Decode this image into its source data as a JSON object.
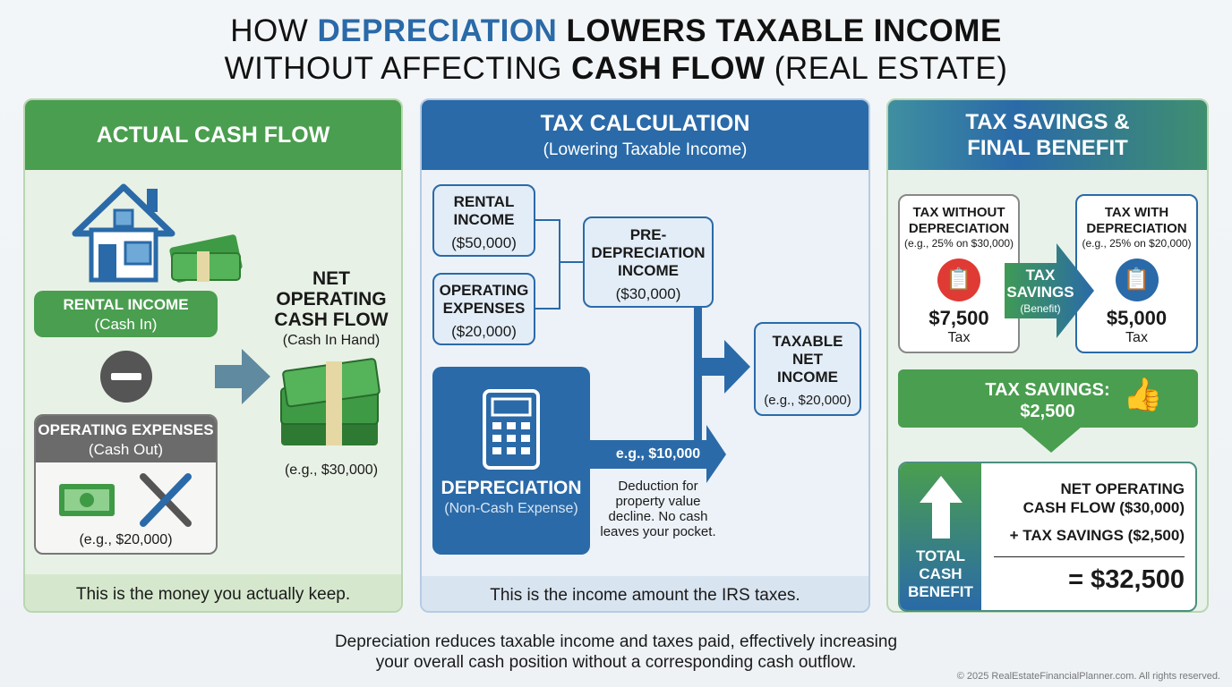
{
  "title": {
    "line1_a": "HOW ",
    "line1_b": "DEPRECIATION",
    "line1_c": " LOWERS TAXABLE INCOME",
    "line2_a": "WITHOUT AFFECTING ",
    "line2_b": "CASH FLOW",
    "line2_c": " (REAL ESTATE)"
  },
  "panel1": {
    "header": "ACTUAL CASH FLOW",
    "rental_title": "RENTAL INCOME",
    "rental_sub": "(Cash In)",
    "opex_title": "OPERATING EXPENSES",
    "opex_sub": "(Cash Out)",
    "opex_example": "(e.g., $20,000)",
    "noi_line1": "NET",
    "noi_line2": "OPERATING",
    "noi_line3": "CASH FLOW",
    "noi_sub": "(Cash In Hand)",
    "noi_example": "(e.g., $30,000)",
    "footer": "This is the money you actually keep."
  },
  "panel2": {
    "header": "TAX CALCULATION",
    "subheader": "(Lowering Taxable Income)",
    "rental_line1": "RENTAL",
    "rental_line2": "INCOME",
    "rental_value": "($50,000)",
    "opex_line1": "OPERATING",
    "opex_line2": "EXPENSES",
    "opex_value": "($20,000)",
    "pre_line1": "PRE-",
    "pre_line2": "DEPRECIATION",
    "pre_line3": "INCOME",
    "pre_value": "($30,000)",
    "dep_title": "DEPRECIATION",
    "dep_sub": "(Non-Cash Expense)",
    "dep_amount": "e.g., $10,000",
    "dep_note1": "Deduction for",
    "dep_note2": "property value",
    "dep_note3": "decline. No cash",
    "dep_note4": "leaves your pocket.",
    "tni_line1": "TAXABLE",
    "tni_line2": "NET",
    "tni_line3": "INCOME",
    "tni_value": "(e.g., $20,000)",
    "footer": "This is the income amount the IRS taxes."
  },
  "panel3": {
    "header_line1": "TAX SAVINGS &",
    "header_line2": "FINAL BENEFIT",
    "without_line1": "TAX WITHOUT",
    "without_line2": "DEPRECIATION",
    "without_calc": "(e.g., 25% on $30,000)",
    "without_amount": "$7,500",
    "without_unit": "Tax",
    "with_line1": "TAX WITH",
    "with_line2": "DEPRECIATION",
    "with_calc": "(e.g., 25% on $20,000)",
    "with_amount": "$5,000",
    "with_unit": "Tax",
    "arrow_line1": "TAX",
    "arrow_line2": "SAVINGS",
    "arrow_sub": "(Benefit)",
    "savings_label": "TAX SAVINGS:",
    "savings_value": "$2,500",
    "total_line1": "TOTAL",
    "total_line2": "CASH",
    "total_line3": "BENEFIT",
    "calc_line1": "NET OPERATING",
    "calc_line2": "CASH FLOW ($30,000)",
    "calc_line3": "+ TAX SAVINGS ($2,500)",
    "calc_result": "= $32,500"
  },
  "footer": {
    "line1": "Depreciation reduces taxable income and taxes paid, effectively increasing",
    "line2": "your overall cash position without a corresponding cash outflow.",
    "copyright": "© 2025 RealEstateFinancialPlanner.com. All rights reserved."
  },
  "colors": {
    "green": "#4a9e4f",
    "blue": "#2a6aa8",
    "red": "#e03a34"
  }
}
